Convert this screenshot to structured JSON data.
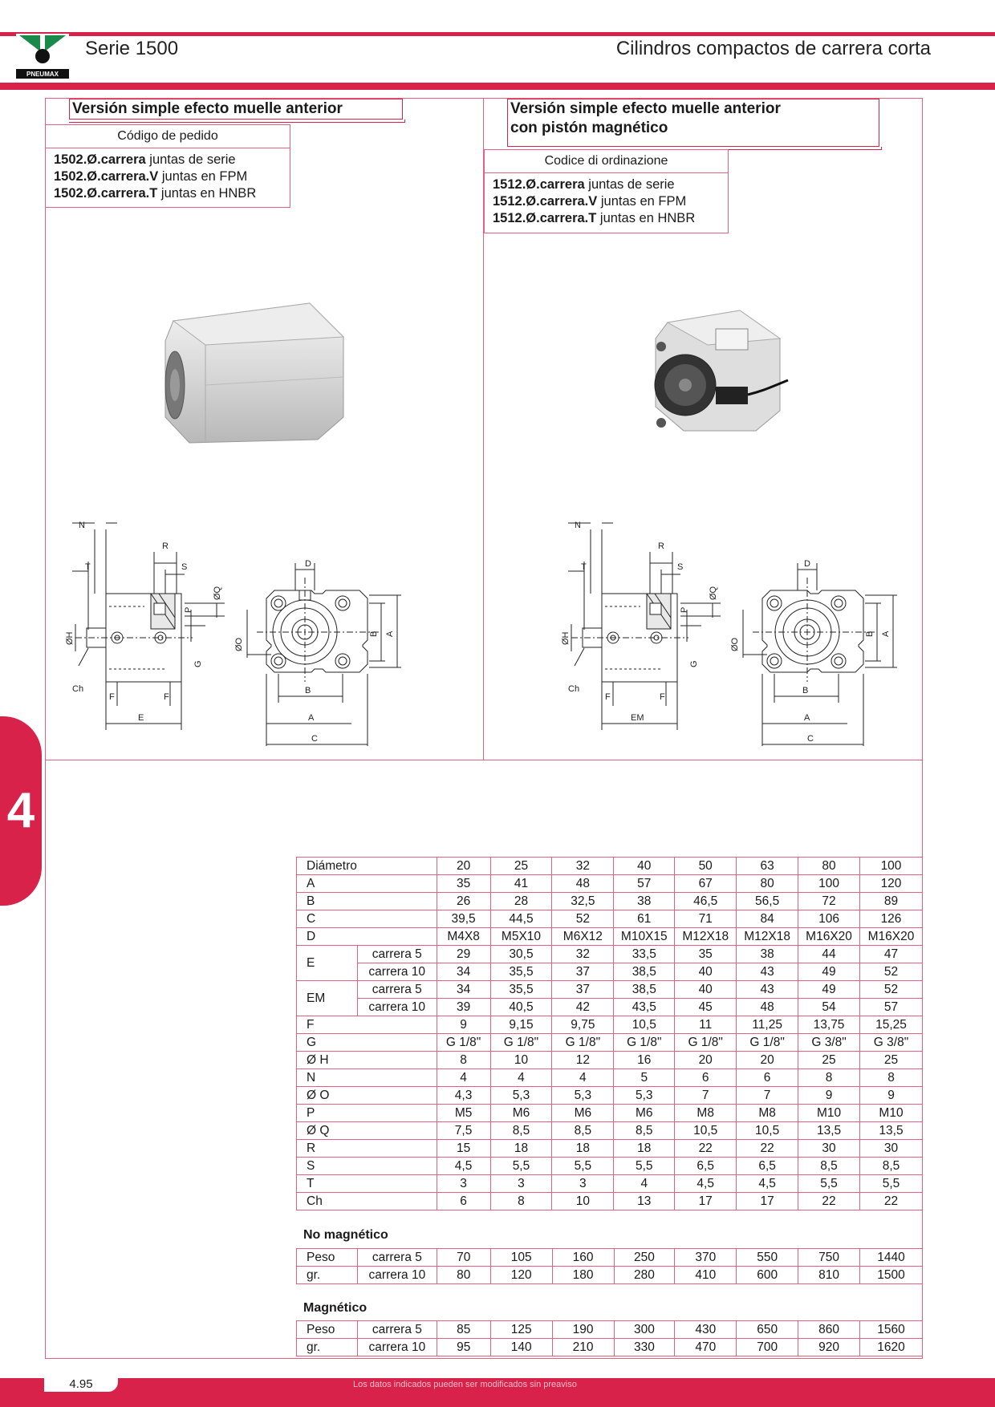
{
  "header": {
    "logo_text": "PNEUMAX",
    "series": "Serie 1500",
    "title": "Cilindros compactos de carrera corta"
  },
  "left": {
    "title": "Versión simple efecto muelle anterior",
    "code_header": "Código de pedido",
    "codes": [
      {
        "code": "1502.Ø.carrera",
        "desc": " juntas de serie"
      },
      {
        "code": "1502.Ø.carrera.V",
        "desc": " juntas en FPM"
      },
      {
        "code": "1502.Ø.carrera.T",
        "desc": " juntas en HNBR"
      }
    ]
  },
  "right": {
    "title_line1": "Versión simple efecto muelle anterior",
    "title_line2": "con pistón magnético",
    "code_header": "Codice di ordinazione",
    "codes": [
      {
        "code": "1512.Ø.carrera",
        "desc": " juntas de serie"
      },
      {
        "code": "1512.Ø.carrera.V",
        "desc": " juntas en FPM"
      },
      {
        "code": "1512.Ø.carrera.T",
        "desc": " juntas en HNBR"
      }
    ]
  },
  "drawing_labels": {
    "N": "N",
    "R": "R",
    "T": "T",
    "S": "S",
    "Q": "ØQ",
    "P": "P",
    "H": "ØH",
    "G": "G",
    "Ch": "Ch",
    "F": "F",
    "E": "E",
    "EM": "EM",
    "D": "D",
    "B": "B",
    "A": "A",
    "O": "ØO",
    "C": "C"
  },
  "section_tab": "4",
  "table": {
    "header_label": "Diámetro",
    "diameters": [
      "20",
      "25",
      "32",
      "40",
      "50",
      "63",
      "80",
      "100"
    ],
    "rows": [
      {
        "label": "A",
        "values": [
          "35",
          "41",
          "48",
          "57",
          "67",
          "80",
          "100",
          "120"
        ]
      },
      {
        "label": "B",
        "values": [
          "26",
          "28",
          "32,5",
          "38",
          "46,5",
          "56,5",
          "72",
          "89"
        ]
      },
      {
        "label": "C",
        "values": [
          "39,5",
          "44,5",
          "52",
          "61",
          "71",
          "84",
          "106",
          "126"
        ]
      },
      {
        "label": "D",
        "values": [
          "M4X8",
          "M5X10",
          "M6X12",
          "M10X15",
          "M12X18",
          "M12X18",
          "M16X20",
          "M16X20"
        ]
      }
    ],
    "e": {
      "label": "E",
      "sub": [
        {
          "label": "carrera 5",
          "values": [
            "29",
            "30,5",
            "32",
            "33,5",
            "35",
            "38",
            "44",
            "47"
          ]
        },
        {
          "label": "carrera 10",
          "values": [
            "34",
            "35,5",
            "37",
            "38,5",
            "40",
            "43",
            "49",
            "52"
          ]
        }
      ]
    },
    "em": {
      "label": "EM",
      "sub": [
        {
          "label": "carrera 5",
          "values": [
            "34",
            "35,5",
            "37",
            "38,5",
            "40",
            "43",
            "49",
            "52"
          ]
        },
        {
          "label": "carrera 10",
          "values": [
            "39",
            "40,5",
            "42",
            "43,5",
            "45",
            "48",
            "54",
            "57"
          ]
        }
      ]
    },
    "rows2": [
      {
        "label": "F",
        "values": [
          "9",
          "9,15",
          "9,75",
          "10,5",
          "11",
          "11,25",
          "13,75",
          "15,25"
        ]
      },
      {
        "label": "G",
        "values": [
          "G 1/8\"",
          "G 1/8\"",
          "G 1/8\"",
          "G 1/8\"",
          "G 1/8\"",
          "G 1/8\"",
          "G 3/8\"",
          "G 3/8\""
        ]
      },
      {
        "label": "Ø H",
        "values": [
          "8",
          "10",
          "12",
          "16",
          "20",
          "20",
          "25",
          "25"
        ]
      },
      {
        "label": "N",
        "values": [
          "4",
          "4",
          "4",
          "5",
          "6",
          "6",
          "8",
          "8"
        ]
      },
      {
        "label": "Ø O",
        "values": [
          "4,3",
          "5,3",
          "5,3",
          "5,3",
          "7",
          "7",
          "9",
          "9"
        ]
      },
      {
        "label": "P",
        "values": [
          "M5",
          "M6",
          "M6",
          "M6",
          "M8",
          "M8",
          "M10",
          "M10"
        ]
      },
      {
        "label": "Ø Q",
        "values": [
          "7,5",
          "8,5",
          "8,5",
          "8,5",
          "10,5",
          "10,5",
          "13,5",
          "13,5"
        ]
      },
      {
        "label": "R",
        "values": [
          "15",
          "18",
          "18",
          "18",
          "22",
          "22",
          "30",
          "30"
        ]
      },
      {
        "label": "S",
        "values": [
          "4,5",
          "5,5",
          "5,5",
          "5,5",
          "6,5",
          "6,5",
          "8,5",
          "8,5"
        ]
      },
      {
        "label": "T",
        "values": [
          "3",
          "3",
          "3",
          "4",
          "4,5",
          "4,5",
          "5,5",
          "5,5"
        ]
      },
      {
        "label": "Ch",
        "values": [
          "6",
          "8",
          "10",
          "13",
          "17",
          "17",
          "22",
          "22"
        ]
      }
    ]
  },
  "weights": {
    "non_magnetic": {
      "title": "No magnético",
      "rows": [
        {
          "label1": "Peso",
          "label2": "carrera 5",
          "values": [
            "70",
            "105",
            "160",
            "250",
            "370",
            "550",
            "750",
            "1440"
          ]
        },
        {
          "label1": "gr.",
          "label2": "carrera 10",
          "values": [
            "80",
            "120",
            "180",
            "280",
            "410",
            "600",
            "810",
            "1500"
          ]
        }
      ]
    },
    "magnetic": {
      "title": "Magnético",
      "rows": [
        {
          "label1": "Peso",
          "label2": "carrera 5",
          "values": [
            "85",
            "125",
            "190",
            "300",
            "430",
            "650",
            "860",
            "1560"
          ]
        },
        {
          "label1": "gr.",
          "label2": "carrera 10",
          "values": [
            "95",
            "140",
            "210",
            "330",
            "470",
            "700",
            "920",
            "1620"
          ]
        }
      ]
    }
  },
  "footer": {
    "page": "4.95",
    "note": "Los datos indicados pueden ser modificados sin preaviso"
  }
}
